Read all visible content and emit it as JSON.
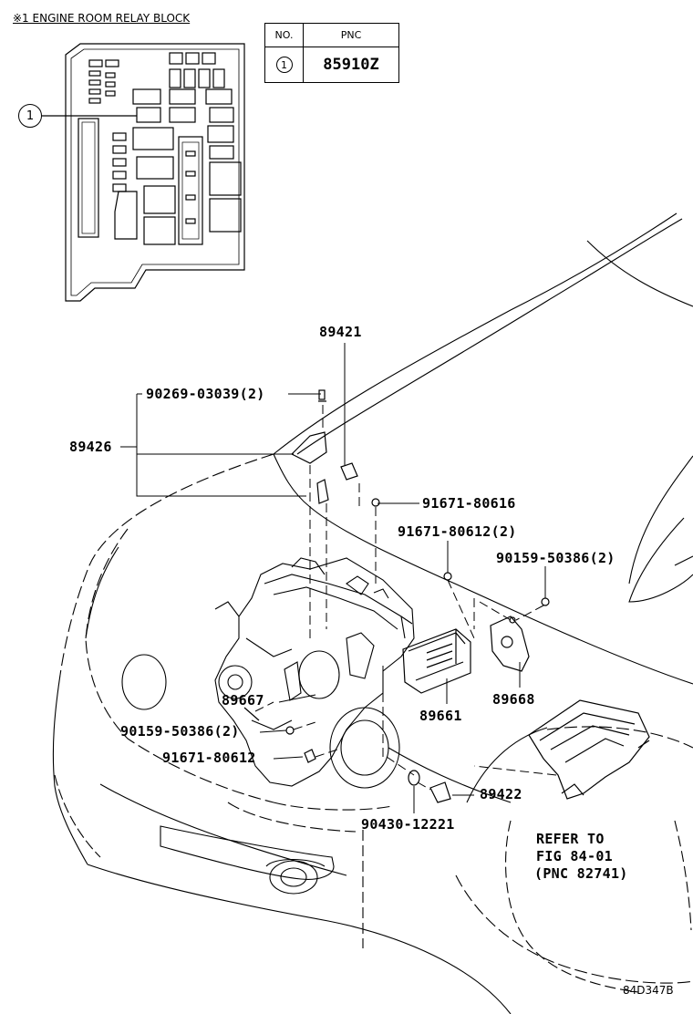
{
  "header": {
    "relay_block_title": "※1 ENGINE ROOM RELAY BLOCK"
  },
  "pnc_table": {
    "col_no": "NO.",
    "col_pnc": "PNC",
    "rows": [
      {
        "no": "1",
        "pnc": "85910Z"
      }
    ]
  },
  "callout_number": "1",
  "part_labels": {
    "p89421": "89421",
    "p90269": "90269-03039(2)",
    "p89426": "89426",
    "p91671_80616": "91671-80616",
    "p91671_80612_2": "91671-80612(2)",
    "p90159_50386_2_right": "90159-50386(2)",
    "p89667": "89667",
    "p89661": "89661",
    "p89668": "89668",
    "p90159_50386_2_left": "90159-50386(2)",
    "p91671_80612": "91671-80612",
    "p89422": "89422",
    "p90430": "90430-12221"
  },
  "refer_note": {
    "line1": "REFER TO",
    "line2": "FIG 84-01",
    "line3": "(PNC 82741)"
  },
  "figure_code": "84D347B"
}
